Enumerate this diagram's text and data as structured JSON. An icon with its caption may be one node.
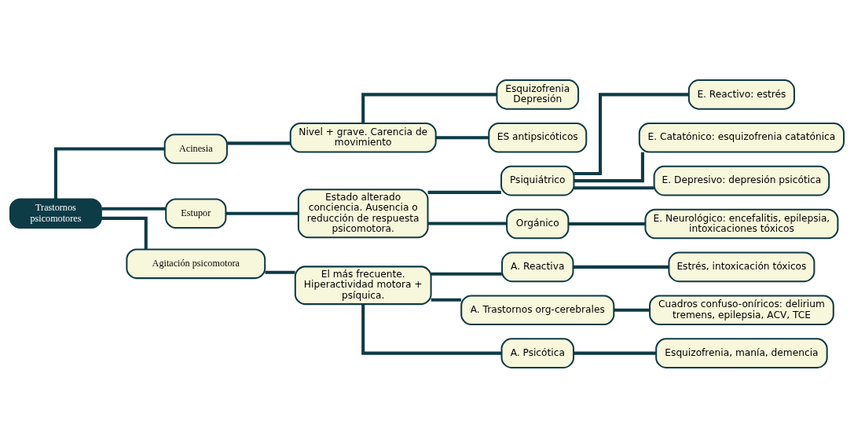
{
  "diagram": {
    "nodes": [
      {
        "text": [
          "Trastornos psicomotores"
        ]
      },
      {
        "text": [
          "Acinesia"
        ]
      },
      {
        "text": [
          "Nivel + grave. Carencia de movimiento"
        ]
      },
      {
        "text": [
          "Esquizofrenia Depresión"
        ]
      },
      {
        "text": [
          "ES antipsicóticos"
        ]
      },
      {
        "text": [
          "Estupor"
        ]
      },
      {
        "text": [
          "Estado alterado conciencia. Ausencia o reducción de respuesta psicomotora."
        ]
      },
      {
        "text": [
          "Psiquiátrico"
        ]
      },
      {
        "text": [
          "E. Reactivo: estrés"
        ]
      },
      {
        "text": [
          "E. Catatónico: esquizofrenia catatónica"
        ]
      },
      {
        "text": [
          "E. Depresivo: depresión psicótica"
        ]
      },
      {
        "text": [
          "Orgánico"
        ]
      },
      {
        "text": [
          "E. Neurológico: encefalitis, epilepsia, intoxicaciones tóxicos"
        ]
      },
      {
        "text": [
          "Agitación psicomotora"
        ]
      },
      {
        "text": [
          "El más frecuente. Hiperactividad motora + psíquica."
        ]
      },
      {
        "text": [
          "A. Reactiva"
        ]
      },
      {
        "text": [
          "Estrés, intoxicación tóxicos"
        ]
      },
      {
        "text": [
          "A. Trastornos org-cerebrales"
        ]
      },
      {
        "text": [
          "Cuadros confuso-oníricos: delirium tremens, epilepsia, ACV, TCE"
        ]
      },
      {
        "text": [
          "A. Psicótica"
        ]
      },
      {
        "text": [
          "Esquizofrenia, manía, demencia"
        ]
      }
    ],
    "edges": [
      {
        "from": 0,
        "to": 1,
        "arrow": "none"
      },
      {
        "from": 0,
        "to": 5,
        "arrow": "none"
      },
      {
        "from": 0,
        "to": 13,
        "arrow": "none"
      },
      {
        "from": 1,
        "to": 2,
        "arrow": "none"
      },
      {
        "from": 2,
        "to": 3,
        "arrow": "none"
      },
      {
        "from": 2,
        "to": 4,
        "arrow": "none"
      },
      {
        "from": 5,
        "to": 6,
        "arrow": "none"
      },
      {
        "from": 6,
        "to": 7,
        "arrow": "none"
      },
      {
        "from": 6,
        "to": 11,
        "arrow": "none"
      },
      {
        "from": 7,
        "to": 8,
        "arrow": "none"
      },
      {
        "from": 7,
        "to": 9,
        "arrow": "none"
      },
      {
        "from": 7,
        "to": 10,
        "arrow": "none"
      },
      {
        "from": 11,
        "to": 12,
        "arrow": "none"
      },
      {
        "from": 13,
        "to": 14,
        "arrow": "none"
      },
      {
        "from": 14,
        "to": 15,
        "arrow": "none"
      },
      {
        "from": 14,
        "to": 17,
        "arrow": "none"
      },
      {
        "from": 14,
        "to": 19,
        "arrow": "none"
      },
      {
        "from": 15,
        "to": 16,
        "arrow": "none"
      },
      {
        "from": 17,
        "to": 18,
        "arrow": "none"
      },
      {
        "from": 19,
        "to": 20,
        "arrow": "none"
      }
    ]
  }
}
